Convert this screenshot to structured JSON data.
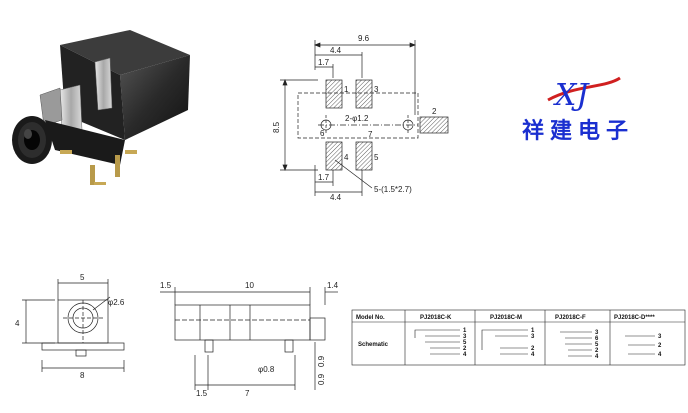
{
  "logo": {
    "mark": "XJ",
    "name": "祥建电子"
  },
  "footprint": {
    "dims": {
      "width": "9.6",
      "left": "4.4",
      "top_small": "1.7",
      "height": "8.5",
      "bottom_small": "1.7",
      "bottom_left": "4.4"
    },
    "pins": [
      "1",
      "3",
      "2",
      "6",
      "7",
      "4",
      "5"
    ],
    "hole_label": "2-φ1.2",
    "pad_label": "5-(1.5*2.7)"
  },
  "front_view": {
    "width_top": "5",
    "height": "4",
    "width_bottom": "8",
    "dia": "φ2.6"
  },
  "side_view": {
    "left": "1.5",
    "length": "10",
    "right": "1.4",
    "bottom_left": "1.5",
    "bottom_len": "7",
    "pin_dia": "φ0.8",
    "right_h1": "0.9",
    "right_h2": "0.9"
  },
  "table": {
    "header": [
      "Model No.",
      "PJ2018C-K",
      "PJ2018C-M",
      "PJ2018C-F",
      "PJ2018C-D****"
    ],
    "row_label": "Schematic",
    "k_pins": [
      "1",
      "3",
      "5",
      "2",
      "4"
    ],
    "m_pins": [
      "1",
      "3",
      "2",
      "4"
    ],
    "f_pins": [
      "3",
      "6",
      "5",
      "2",
      "4"
    ],
    "d_pins": [
      "3",
      "2",
      "4"
    ]
  }
}
